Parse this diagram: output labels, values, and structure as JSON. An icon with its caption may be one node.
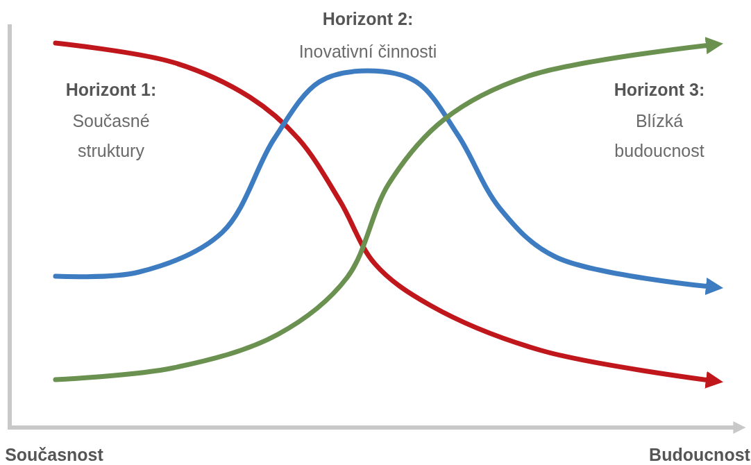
{
  "diagram": {
    "labels": [
      "Horizont 1:",
      "Současné struktury",
      "Horizont 2:",
      "Inovativní činnosti",
      "Horizont 3:",
      "Blízká budoucnost",
      "Současnost",
      "Budoucnost"
    ]
  }
}
